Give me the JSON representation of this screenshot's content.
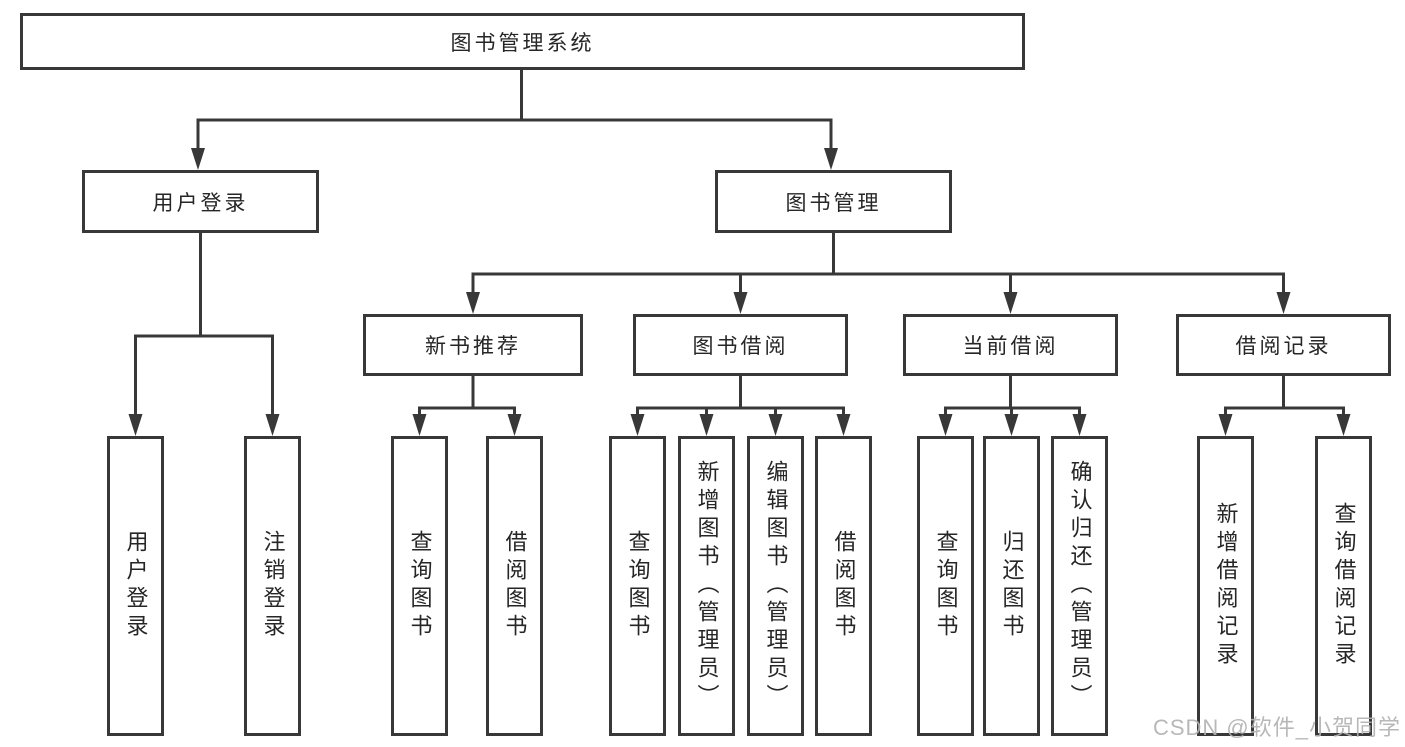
{
  "diagram": {
    "root": {
      "label": "图书管理系统"
    },
    "branches": [
      {
        "label": "用户登录",
        "children": [
          {
            "label": "用户登录"
          },
          {
            "label": "注销登录"
          }
        ]
      },
      {
        "label": "图书管理",
        "children": [
          {
            "label": "新书推荐",
            "children": [
              {
                "label": "查询图书"
              },
              {
                "label": "借阅图书"
              }
            ]
          },
          {
            "label": "图书借阅",
            "children": [
              {
                "label": "查询图书"
              },
              {
                "label": "新增图书（管理员）"
              },
              {
                "label": "编辑图书（管理员）"
              },
              {
                "label": "借阅图书"
              }
            ]
          },
          {
            "label": "当前借阅",
            "children": [
              {
                "label": "查询图书"
              },
              {
                "label": "归还图书"
              },
              {
                "label": "确认归还（管理员）"
              }
            ]
          },
          {
            "label": "借阅记录",
            "children": [
              {
                "label": "新增借阅记录"
              },
              {
                "label": "查询借阅记录"
              }
            ]
          }
        ]
      }
    ]
  },
  "watermark": {
    "text": "CSDN @软件_小贺同学"
  },
  "colors": {
    "line": "#383838",
    "box_border": "#383838",
    "box_background": "#ffffff",
    "text": "#262626",
    "watermark": "#b2b2b2",
    "page_background": "#ffffff"
  }
}
